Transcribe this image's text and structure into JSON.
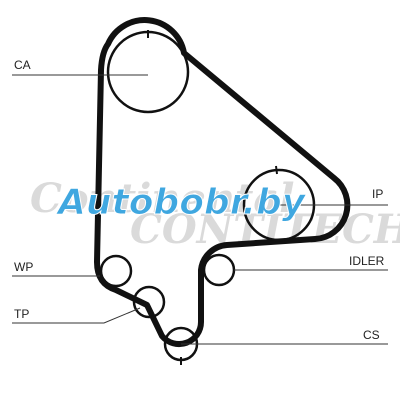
{
  "labels": {
    "ca": "CA",
    "ip": "IP",
    "wp": "WP",
    "idler": "IDLER",
    "tp": "TP",
    "cs": "CS"
  },
  "watermark": {
    "main": "Autobobr.by",
    "ghost_top": "Continental",
    "ghost_bottom": "CONTITECH"
  },
  "colors": {
    "belt": "#111111",
    "pulley": "#111111",
    "leader_line": "#333333",
    "watermark_blue": "#3fa7e0",
    "watermark_ghost": "#dadada"
  }
}
